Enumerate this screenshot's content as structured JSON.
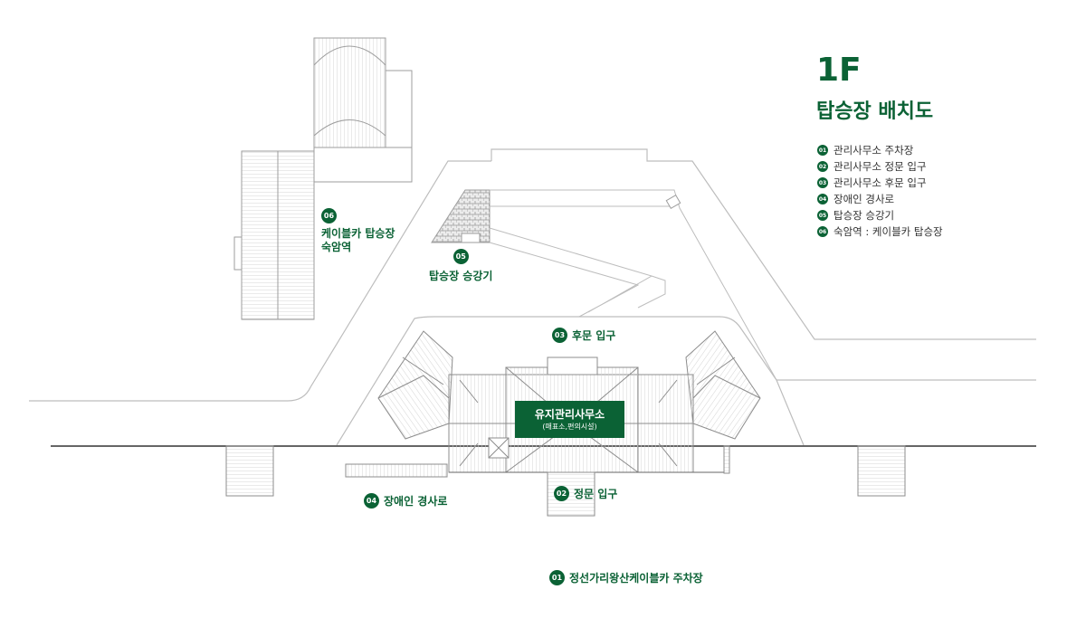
{
  "theme": {
    "accent": "#0b6235",
    "line": "#bbbbbb",
    "hatch": "#cfcfcf"
  },
  "title": {
    "floor": "1F",
    "subtitle": "탑승장 배치도"
  },
  "legend": [
    {
      "num": "01",
      "text": "관리사무소 주차장"
    },
    {
      "num": "02",
      "text": "관리사무소 정문 입구"
    },
    {
      "num": "03",
      "text": "관리사무소 후문 입구"
    },
    {
      "num": "04",
      "text": "장애인 경사로"
    },
    {
      "num": "05",
      "text": "탑승장 승강기"
    },
    {
      "num": "06",
      "text": "숙암역 : 케이블카 탑승장"
    }
  ],
  "map_labels": {
    "parking": {
      "num": "01",
      "text": "정선가리왕산케이블카 주차장"
    },
    "front_entrance": {
      "num": "02",
      "text": "정문 입구"
    },
    "rear_entrance": {
      "num": "03",
      "text": "후문 입구"
    },
    "ramp": {
      "num": "04",
      "text": "장애인 경사로"
    },
    "elevator": {
      "num": "05",
      "text": "탑승장 승강기"
    },
    "station": {
      "num": "06",
      "line1": "케이블카 탑승장",
      "line2": "숙암역"
    },
    "office": {
      "name": "유지관리사무소",
      "detail": "(매표소,편의시설)"
    }
  }
}
